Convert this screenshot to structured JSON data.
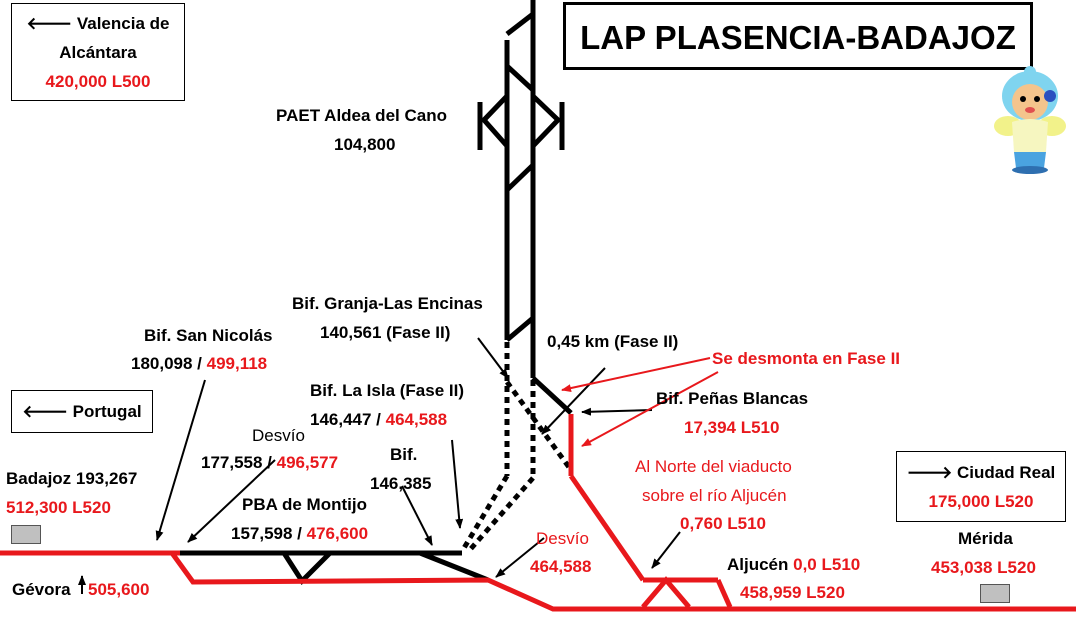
{
  "title": "LAP PLASENCIA-BADAJOZ",
  "colors": {
    "red": "#e8181c",
    "black": "#000000",
    "gray": "#c0c0c0"
  },
  "boxes": {
    "valencia": {
      "line1": "🡐 Valencia de",
      "line2": "Alcántara",
      "km": "420,000 L500"
    },
    "portugal": {
      "label": "🡐 Portugal"
    },
    "ciudad_real": {
      "label": "🡒 Ciudad Real",
      "km": "175,000 L520"
    }
  },
  "labels": {
    "paet_name": "PAET Aldea del Cano",
    "paet_km": "104,800",
    "granja_name": "Bif. Granja-Las Encinas",
    "granja_km": "140,561 (Fase II)",
    "fase2_dist": "0,45 km (Fase II)",
    "desmonta": "Se desmonta en Fase II",
    "penas_name": "Bif. Peñas Blancas",
    "penas_km": "17,394 L510",
    "san_nicolas_name": "Bif. San Nicolás",
    "san_nicolas_km_black": "180,098 / ",
    "san_nicolas_km_red": "499,118",
    "la_isla_name": "Bif. La Isla (Fase II)",
    "la_isla_km_black": "146,447 / ",
    "la_isla_km_red": "464,588",
    "desvio1_name": "Desvío",
    "desvio1_km_black": "177,558 / ",
    "desvio1_km_red": "496,577",
    "bif_name": "Bif.",
    "bif_km": "146,385",
    "montijo_name": "PBA de Montijo",
    "montijo_km_black": "157,598 / ",
    "montijo_km_red": "476,600",
    "badajoz_name": "Badajoz 193,267",
    "badajoz_km": "512,300 L520",
    "gevora_name": "Gévora",
    "gevora_km": "505,600",
    "desvio2_name": "Desvío",
    "desvio2_km": "464,588",
    "viaducto_line1": "Al Norte del viaducto",
    "viaducto_line2": "sobre el río Aljucén",
    "viaducto_km": "0,760 L510",
    "aljucen_name": "Aljucén ",
    "aljucen_km1": "0,0 L510",
    "aljucen_km2": "458,959 L520",
    "merida_name": "Mérida",
    "merida_km": "453,038 L520"
  },
  "mascot_icon": "toy-mascot-icon"
}
